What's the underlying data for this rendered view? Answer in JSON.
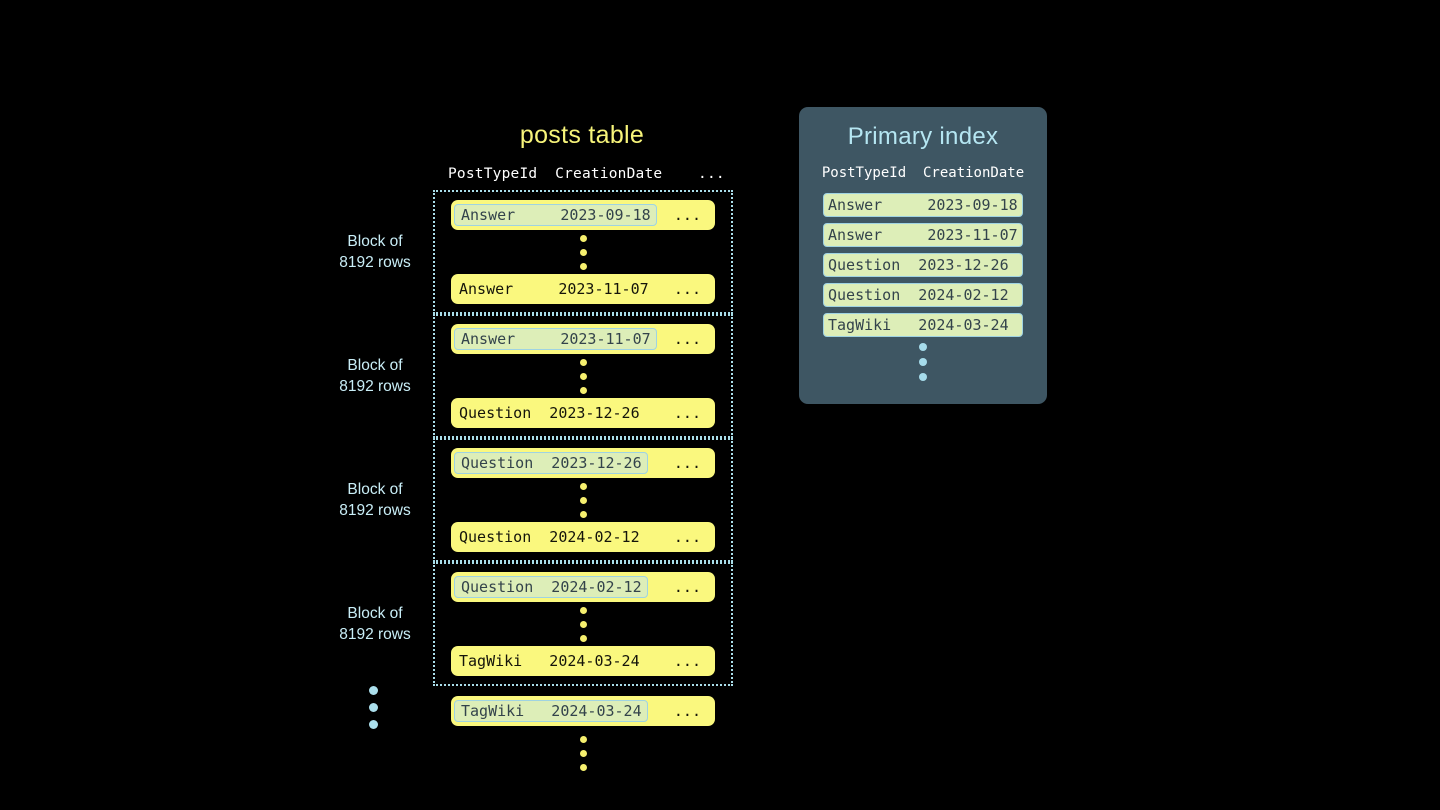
{
  "posts_table": {
    "title": "posts table",
    "columns": [
      "PostTypeId",
      "CreationDate",
      "..."
    ],
    "header_line": "PostTypeId  CreationDate    ...",
    "ellipsis": "...",
    "block_label": "Block of\n8192 rows",
    "blocks": [
      {
        "label": "Block of\n8192 rows",
        "first_row": {
          "post_type_id": "Answer",
          "creation_date": "2023-09-18",
          "text": "Answer     2023-09-18",
          "highlighted": true
        },
        "last_row": {
          "post_type_id": "Answer",
          "creation_date": "2023-11-07",
          "text": "Answer     2023-11-07",
          "highlighted": false
        }
      },
      {
        "label": "Block of\n8192 rows",
        "first_row": {
          "post_type_id": "Answer",
          "creation_date": "2023-11-07",
          "text": "Answer     2023-11-07",
          "highlighted": true
        },
        "last_row": {
          "post_type_id": "Question",
          "creation_date": "2023-12-26",
          "text": "Question  2023-12-26",
          "highlighted": false
        }
      },
      {
        "label": "Block of\n8192 rows",
        "first_row": {
          "post_type_id": "Question",
          "creation_date": "2023-12-26",
          "text": "Question  2023-12-26",
          "highlighted": true
        },
        "last_row": {
          "post_type_id": "Question",
          "creation_date": "2024-02-12",
          "text": "Question  2024-02-12",
          "highlighted": false
        }
      },
      {
        "label": "Block of\n8192 rows",
        "first_row": {
          "post_type_id": "Question",
          "creation_date": "2024-02-12",
          "text": "Question  2024-02-12",
          "highlighted": true
        },
        "last_row": {
          "post_type_id": "TagWiki",
          "creation_date": "2024-03-24",
          "text": "TagWiki   2024-03-24",
          "highlighted": false
        }
      }
    ],
    "tail_row": {
      "post_type_id": "TagWiki",
      "creation_date": "2024-03-24",
      "text": "TagWiki   2024-03-24",
      "highlighted": true
    }
  },
  "primary_index": {
    "title": "Primary index",
    "columns": [
      "PostTypeId",
      "CreationDate"
    ],
    "header_line": "PostTypeId  CreationDate",
    "rows": [
      {
        "post_type_id": "Answer",
        "creation_date": "2023-09-18",
        "text": "Answer     2023-09-18"
      },
      {
        "post_type_id": "Answer",
        "creation_date": "2023-11-07",
        "text": "Answer     2023-11-07"
      },
      {
        "post_type_id": "Question",
        "creation_date": "2023-12-26",
        "text": "Question  2023-12-26"
      },
      {
        "post_type_id": "Question",
        "creation_date": "2024-02-12",
        "text": "Question  2024-02-12"
      },
      {
        "post_type_id": "TagWiki",
        "creation_date": "2024-03-24",
        "text": "TagWiki   2024-03-24"
      }
    ]
  },
  "colors": {
    "background": "#000000",
    "row_yellow": "#faf87e",
    "highlight_green": "#ddeeb8",
    "accent_blue": "#a9dde9",
    "panel_slate": "#3e5663",
    "title_yellow": "#f7f47a",
    "title_blue": "#b5e6f2"
  }
}
